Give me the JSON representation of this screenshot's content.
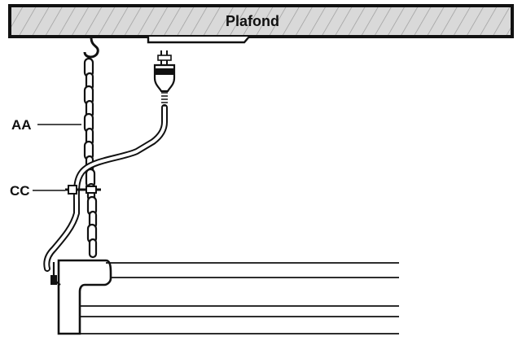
{
  "ceiling": {
    "label": "Plafond"
  },
  "callouts": [
    {
      "id": "chain",
      "label": "AA"
    },
    {
      "id": "clip",
      "label": "CC"
    }
  ],
  "colors": {
    "ink": "#111111",
    "ceiling_fill": "#d7d7d7",
    "background": "#ffffff"
  },
  "icons": {
    "s_hook": "s-hook-icon",
    "plug": "plug-icon"
  }
}
